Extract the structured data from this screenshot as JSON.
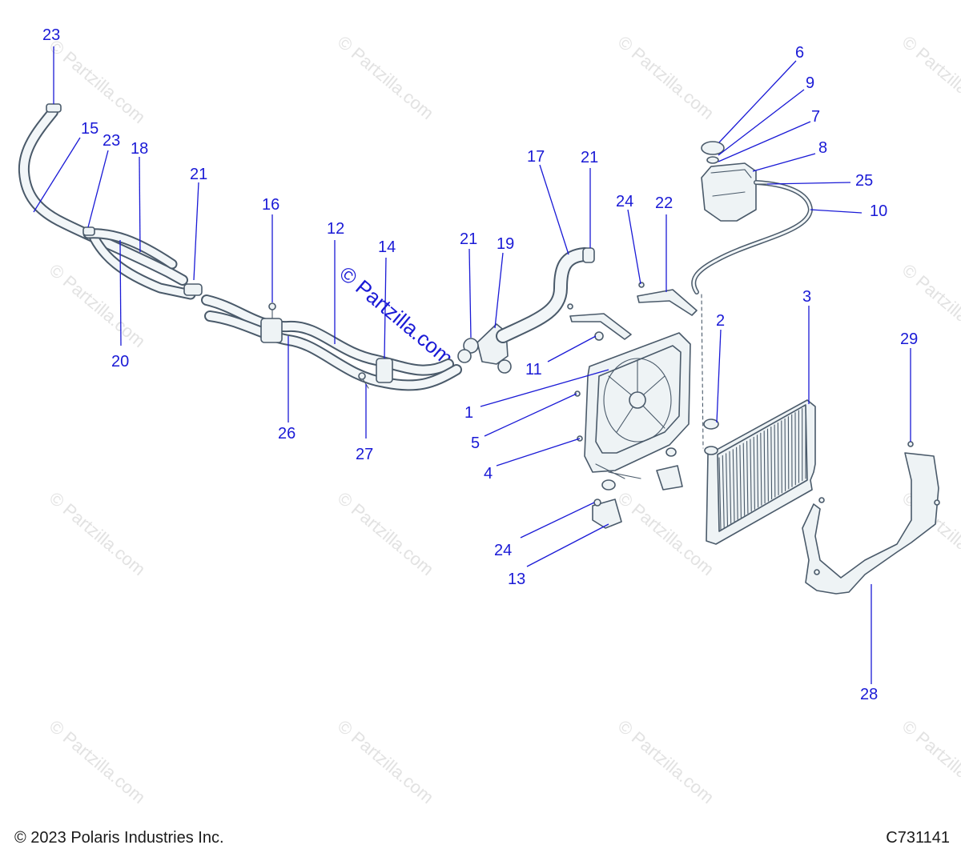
{
  "footer": {
    "copyright": "© 2023 Polaris Industries Inc.",
    "diagram_id": "C731141"
  },
  "watermark": {
    "text": "© Partzilla.com"
  },
  "callouts": {
    "c1": "1",
    "c2": "2",
    "c3": "3",
    "c4": "4",
    "c5": "5",
    "c6": "6",
    "c7": "7",
    "c8": "8",
    "c9": "9",
    "c10": "10",
    "c11": "11",
    "c12": "12",
    "c13": "13",
    "c14": "14",
    "c15": "15",
    "c16": "16",
    "c17": "17",
    "c18": "18",
    "c19": "19",
    "c20": "20",
    "c21a": "21",
    "c21b": "21",
    "c21c": "21",
    "c22": "22",
    "c23a": "23",
    "c23b": "23",
    "c24a": "24",
    "c24b": "24",
    "c25": "25",
    "c26": "26",
    "c27": "27",
    "c28": "28",
    "c29": "29"
  },
  "colors": {
    "callout": "#1a1ad6",
    "line_art": "#4a5a6a",
    "part_fill": "#eef3f5",
    "watermark": "#e2e2e2"
  }
}
